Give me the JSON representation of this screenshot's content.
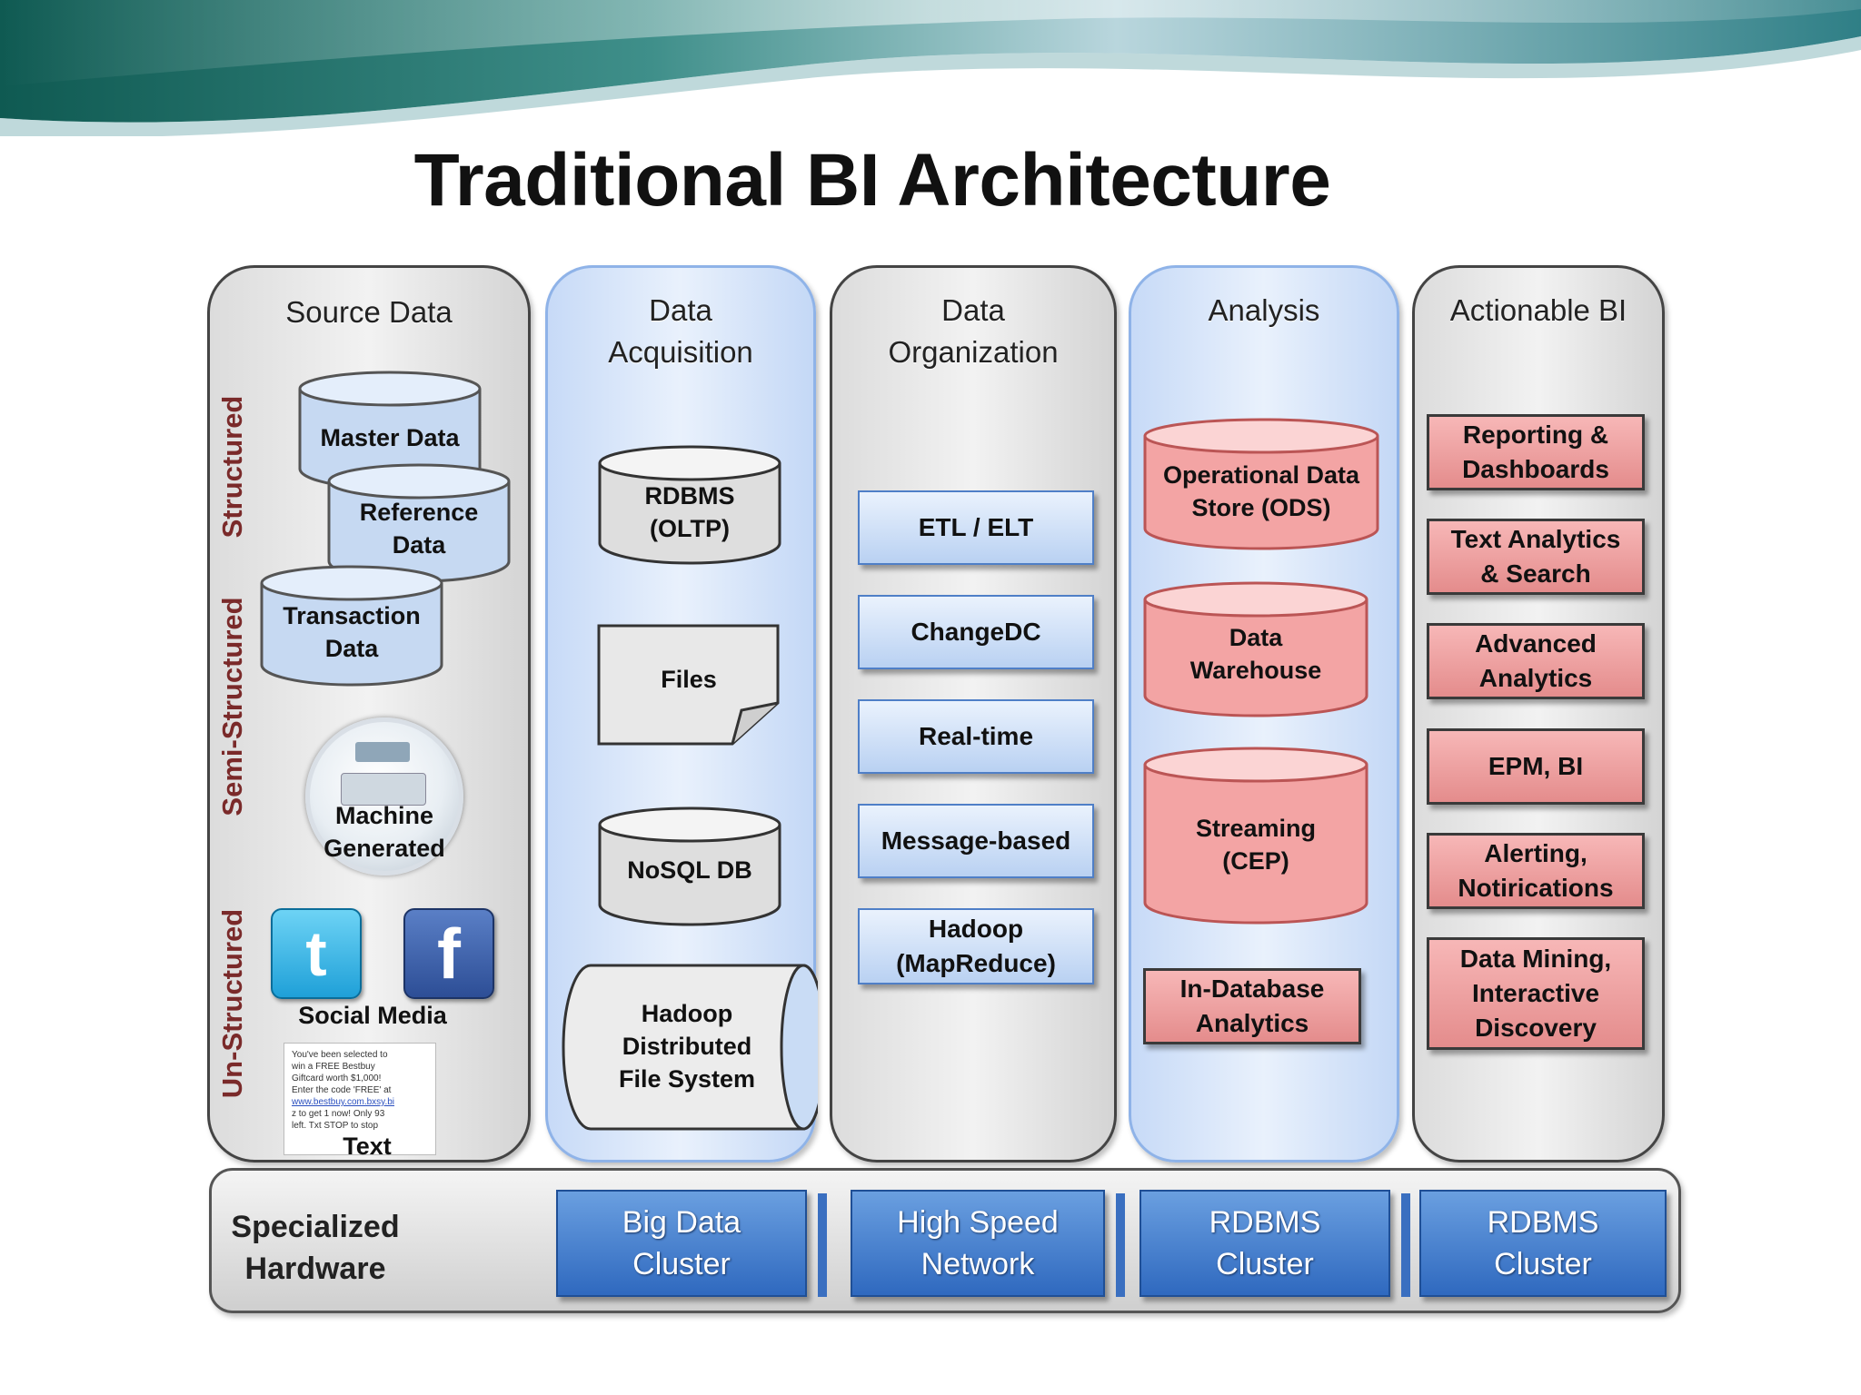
{
  "title": "Traditional BI Architecture",
  "columns": {
    "source": {
      "title": "Source Data"
    },
    "acquisition": {
      "title_1": "Data",
      "title_2": "Acquisition"
    },
    "organization": {
      "title_1": "Data",
      "title_2": "Organization"
    },
    "analysis": {
      "title": "Analysis"
    },
    "actionable": {
      "title": "Actionable BI"
    }
  },
  "side_labels": {
    "structured": "Structured",
    "semi_structured": "Semi-Structured",
    "un_structured": "Un-Structured"
  },
  "source_items": {
    "master": "Master Data",
    "reference_1": "Reference",
    "reference_2": "Data",
    "transaction_1": "Transaction",
    "transaction_2": "Data",
    "machine_1": "Machine",
    "machine_2": "Generated",
    "social": "Social Media",
    "text": "Text",
    "sms_line_1": "You've been selected to",
    "sms_line_2": "win a FREE Bestbuy",
    "sms_line_3": "Giftcard worth $1,000!",
    "sms_line_4": "Enter the code 'FREE' at",
    "sms_link": "www.bestbuy.com.bxsy.bi",
    "sms_line_5": "z to get 1 now! Only 93",
    "sms_line_6": "left. Txt STOP to stop"
  },
  "acquisition_items": {
    "rdbms_1": "RDBMS",
    "rdbms_2": "(OLTP)",
    "files": "Files",
    "nosql": "NoSQL DB",
    "hdfs_1": "Hadoop",
    "hdfs_2": "Distributed",
    "hdfs_3": "File System"
  },
  "organization_items": [
    {
      "label": "ETL / ELT"
    },
    {
      "label": "ChangeDC"
    },
    {
      "label": "Real-time"
    },
    {
      "label": "Message-based"
    },
    {
      "label_1": "Hadoop",
      "label_2": "(MapReduce)"
    }
  ],
  "analysis_items": {
    "ods_1": "Operational Data",
    "ods_2": "Store (ODS)",
    "dw_1": "Data",
    "dw_2": "Warehouse",
    "stream_1": "Streaming",
    "stream_2": "(CEP)",
    "indb_1": "In-Database",
    "indb_2": "Analytics"
  },
  "actionable_items": [
    {
      "line_1": "Reporting &",
      "line_2": "Dashboards"
    },
    {
      "line_1": "Text Analytics",
      "line_2": "& Search"
    },
    {
      "line_1": "Advanced",
      "line_2": "Analytics"
    },
    {
      "line_1": "EPM, BI"
    },
    {
      "line_1": "Alerting,",
      "line_2": "Notirications"
    },
    {
      "line_1": "Data Mining,",
      "line_2": "Interactive",
      "line_3": "Discovery"
    }
  ],
  "hardware": {
    "label_1": "Specialized",
    "label_2": "Hardware",
    "boxes": [
      {
        "line_1": "Big Data",
        "line_2": "Cluster"
      },
      {
        "line_1": "High Speed",
        "line_2": "Network"
      },
      {
        "line_1": "RDBMS",
        "line_2": "Cluster"
      },
      {
        "line_1": "RDBMS",
        "line_2": "Cluster"
      }
    ]
  },
  "colors": {
    "blue_column": "#c7daf7",
    "gray_column": "#e6e6e6",
    "red_box": "#f0a3a3",
    "hardware_blue": "#3c78c8",
    "label_maroon": "#7a2a2a"
  }
}
